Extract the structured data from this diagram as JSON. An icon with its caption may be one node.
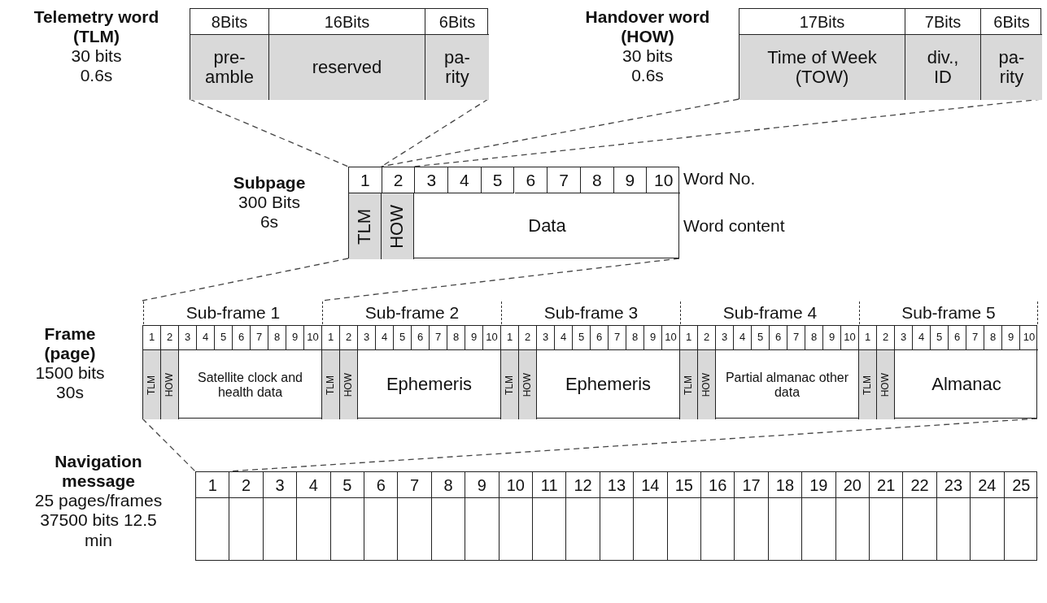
{
  "diagram": {
    "nodes": [
      {
        "text": [],
        "shape": "box",
        "beside": [
          "Telemetry word (TLM)",
          "30 bits 0.6s"
        ]
      },
      {
        "text": [
          "8Bits"
        ],
        "in": 0
      },
      {
        "text": [
          "16Bits"
        ],
        "in": 0
      },
      {
        "text": [
          "6Bits"
        ],
        "in": 0
      },
      {
        "text": [
          "pre- amble"
        ],
        "in": 0
      },
      {
        "text": [
          "reserved"
        ],
        "in": 0
      },
      {
        "text": [
          "pa- rity"
        ],
        "in": 0
      },
      {
        "text": [],
        "shape": "box",
        "beside": [
          "Handover word (HOW)",
          "30 bits 0.6s"
        ]
      },
      {
        "text": [
          "17Bits"
        ],
        "in": 7
      },
      {
        "text": [
          "7Bits"
        ],
        "in": 7
      },
      {
        "text": [
          "6Bits"
        ],
        "in": 7
      },
      {
        "text": [
          "Time of Week (TOW)"
        ],
        "in": 7
      },
      {
        "text": [
          "div., ID"
        ],
        "in": 7
      },
      {
        "text": [
          "pa- rity"
        ],
        "in": 7
      },
      {
        "text": [],
        "shape": "box",
        "beside": [
          "Subpage",
          "300 Bits 6s"
        ]
      },
      {
        "text": [
          "1"
        ],
        "in": 14
      },
      {
        "text": [
          "2"
        ],
        "in": 14
      },
      {
        "text": [
          "3"
        ],
        "in": 14
      },
      {
        "text": [
          "4"
        ],
        "in": 14
      },
      {
        "text": [
          "5"
        ],
        "in": 14
      },
      {
        "text": [
          "6"
        ],
        "in": 14
      },
      {
        "text": [
          "7"
        ],
        "in": 14
      },
      {
        "text": [
          "8"
        ],
        "in": 14
      },
      {
        "text": [
          "9"
        ],
        "in": 14
      },
      {
        "text": [
          "10"
        ],
        "in": 14
      },
      {
        "text": [
          "TLM"
        ],
        "in": 14
      },
      {
        "text": [
          "HOW"
        ],
        "in": 14
      },
      {
        "text": [
          "Data"
        ],
        "in": 14
      },
      {
        "text": [],
        "shape": "box",
        "beside": [
          "Frame (page)",
          "1500 bits 30s"
        ]
      },
      {
        "text": [
          "Sub-frame 1"
        ],
        "in": 28
      },
      {
        "text": [
          "1"
        ],
        "in": 29
      },
      {
        "text": [
          "2"
        ],
        "in": 29
      },
      {
        "text": [
          "3"
        ],
        "in": 29
      },
      {
        "text": [
          "4"
        ],
        "in": 29
      },
      {
        "text": [
          "5"
        ],
        "in": 29
      },
      {
        "text": [
          "6"
        ],
        "in": 29
      },
      {
        "text": [
          "7"
        ],
        "in": 29
      },
      {
        "text": [
          "8"
        ],
        "in": 29
      },
      {
        "text": [
          "9"
        ],
        "in": 29
      },
      {
        "text": [
          "10"
        ],
        "in": 29
      },
      {
        "text": [
          "TLM"
        ],
        "in": 29
      },
      {
        "text": [
          "HOW"
        ],
        "in": 29
      },
      {
        "text": [
          "Satellite clock and health data"
        ],
        "in": 29
      },
      {
        "text": [
          "Sub-frame 2"
        ],
        "in": 28
      },
      {
        "text": [
          "1"
        ],
        "in": 43
      },
      {
        "text": [
          "2"
        ],
        "in": 43
      },
      {
        "text": [
          "3"
        ],
        "in": 43
      },
      {
        "text": [
          "4"
        ],
        "in": 43
      },
      {
        "text": [
          "5"
        ],
        "in": 43
      },
      {
        "text": [
          "6"
        ],
        "in": 43
      },
      {
        "text": [
          "7"
        ],
        "in": 43
      },
      {
        "text": [
          "8"
        ],
        "in": 43
      },
      {
        "text": [
          "9"
        ],
        "in": 43
      },
      {
        "text": [
          "10"
        ],
        "in": 43
      },
      {
        "text": [
          "TLM"
        ],
        "in": 43
      },
      {
        "text": [
          "HOW"
        ],
        "in": 43
      },
      {
        "text": [
          "Ephemeris"
        ],
        "in": 43
      },
      {
        "text": [
          "Sub-frame 3"
        ],
        "in": 28
      },
      {
        "text": [
          "1"
        ],
        "in": 57
      },
      {
        "text": [
          "2"
        ],
        "in": 57
      },
      {
        "text": [
          "3"
        ],
        "in": 57
      },
      {
        "text": [
          "4"
        ],
        "in": 57
      },
      {
        "text": [
          "5"
        ],
        "in": 57
      },
      {
        "text": [
          "6"
        ],
        "in": 57
      },
      {
        "text": [
          "7"
        ],
        "in": 57
      },
      {
        "text": [
          "8"
        ],
        "in": 57
      },
      {
        "text": [
          "9"
        ],
        "in": 57
      },
      {
        "text": [
          "10"
        ],
        "in": 57
      },
      {
        "text": [
          "TLM"
        ],
        "in": 57
      },
      {
        "text": [
          "HOW"
        ],
        "in": 57
      },
      {
        "text": [
          "Ephemeris"
        ],
        "in": 57
      },
      {
        "text": [
          "Sub-frame 4"
        ],
        "in": 28
      },
      {
        "text": [
          "1"
        ],
        "in": 71
      },
      {
        "text": [
          "2"
        ],
        "in": 71
      },
      {
        "text": [
          "3"
        ],
        "in": 71
      },
      {
        "text": [
          "4"
        ],
        "in": 71
      },
      {
        "text": [
          "5"
        ],
        "in": 71
      },
      {
        "text": [
          "6"
        ],
        "in": 71
      },
      {
        "text": [
          "7"
        ],
        "in": 71
      },
      {
        "text": [
          "8"
        ],
        "in": 71
      },
      {
        "text": [
          "9"
        ],
        "in": 71
      },
      {
        "text": [
          "10"
        ],
        "in": 71
      },
      {
        "text": [
          "TLM"
        ],
        "in": 71
      },
      {
        "text": [
          "HOW"
        ],
        "in": 71
      },
      {
        "text": [
          "Partial almanac other data"
        ],
        "in": 71
      },
      {
        "text": [
          "Sub-frame 5"
        ],
        "in": 28
      },
      {
        "text": [
          "1"
        ],
        "in": 85
      },
      {
        "text": [
          "2"
        ],
        "in": 85
      },
      {
        "text": [
          "3"
        ],
        "in": 85
      },
      {
        "text": [
          "4"
        ],
        "in": 85
      },
      {
        "text": [
          "5"
        ],
        "in": 85
      },
      {
        "text": [
          "6"
        ],
        "in": 85
      },
      {
        "text": [
          "7"
        ],
        "in": 85
      },
      {
        "text": [
          "8"
        ],
        "in": 85
      },
      {
        "text": [
          "9"
        ],
        "in": 85
      },
      {
        "text": [
          "10"
        ],
        "in": 85
      },
      {
        "text": [
          "TLM"
        ],
        "in": 85
      },
      {
        "text": [
          "HOW"
        ],
        "in": 85
      },
      {
        "text": [
          "Almanac"
        ],
        "in": 85
      },
      {
        "text": [],
        "shape": "box",
        "beside": [
          "Navigation message",
          "25 pages/frames 37500 bits 12.5 min"
        ]
      },
      {
        "text": [
          "1"
        ],
        "in": 99
      },
      {
        "text": [
          "2"
        ],
        "in": 99
      },
      {
        "text": [
          "3"
        ],
        "in": 99
      },
      {
        "text": [
          "4"
        ],
        "in": 99
      },
      {
        "text": [
          "5"
        ],
        "in": 99
      },
      {
        "text": [
          "6"
        ],
        "in": 99
      },
      {
        "text": [
          "7"
        ],
        "in": 99
      },
      {
        "text": [
          "8"
        ],
        "in": 99
      },
      {
        "text": [
          "9"
        ],
        "in": 99
      },
      {
        "text": [
          "10"
        ],
        "in": 99
      },
      {
        "text": [
          "11"
        ],
        "in": 99
      },
      {
        "text": [
          "12"
        ],
        "in": 99
      },
      {
        "text": [
          "13"
        ],
        "in": 99
      },
      {
        "text": [
          "14"
        ],
        "in": 99
      },
      {
        "text": [
          "15"
        ],
        "in": 99
      },
      {
        "text": [
          "16"
        ],
        "in": 99
      },
      {
        "text": [
          "17"
        ],
        "in": 99
      },
      {
        "text": [
          "18"
        ],
        "in": 99
      },
      {
        "text": [
          "19"
        ],
        "in": 99
      },
      {
        "text": [
          "20"
        ],
        "in": 99
      },
      {
        "text": [
          "21"
        ],
        "in": 99
      },
      {
        "text": [
          "22"
        ],
        "in": 99
      },
      {
        "text": [
          "23"
        ],
        "in": 99
      },
      {
        "text": [
          "24"
        ],
        "in": 99
      },
      {
        "text": [
          "25"
        ],
        "in": 99
      }
    ],
    "edges": [
      {
        "from": 0,
        "to": 15,
        "arrow": "none",
        "style": "dashed"
      },
      {
        "from": 0,
        "to": 15,
        "arrow": "none",
        "style": "dashed"
      },
      {
        "from": 7,
        "to": 16,
        "arrow": "none",
        "style": "dashed"
      },
      {
        "from": 7,
        "to": 16,
        "arrow": "none",
        "style": "dashed"
      },
      {
        "from": 14,
        "to": 29,
        "arrow": "none",
        "style": "dashed"
      },
      {
        "from": 14,
        "to": 29,
        "arrow": "none",
        "style": "dashed"
      },
      {
        "from": 28,
        "to": 100,
        "arrow": "none",
        "style": "dashed"
      },
      {
        "from": 28,
        "to": 100,
        "arrow": "none",
        "style": "dashed"
      }
    ],
    "labels": [
      "Word No.",
      "Word content"
    ]
  }
}
